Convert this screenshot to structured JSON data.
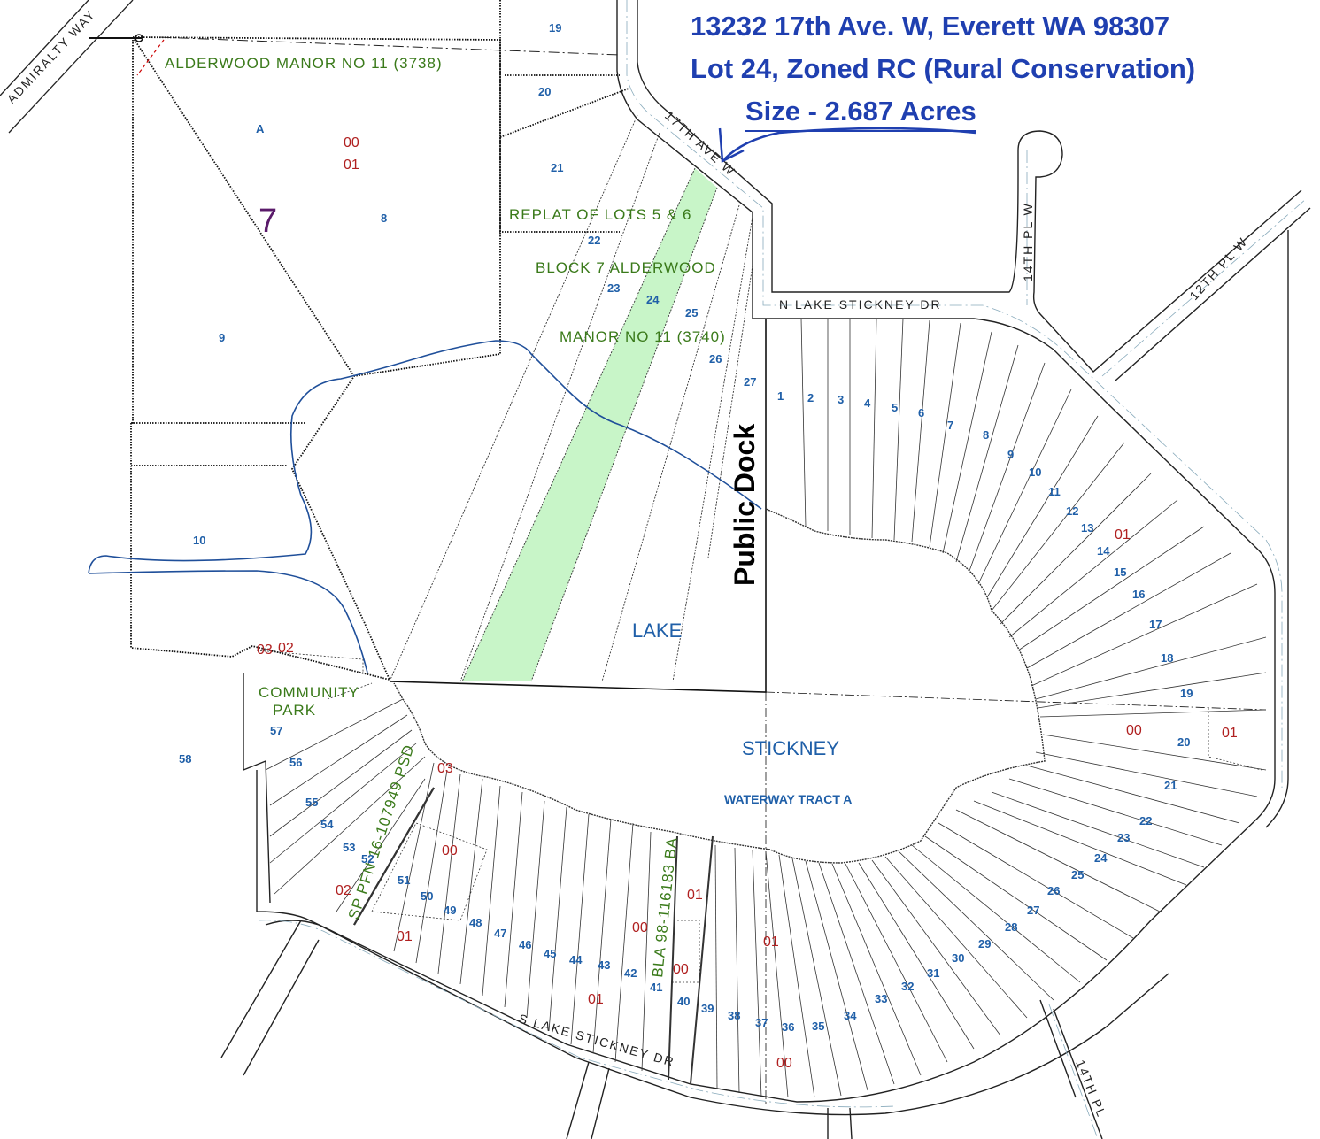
{
  "header": {
    "line1": "13232 17th Ave. W, Everett WA 98307",
    "line2": "Lot 24,  Zoned RC (Rural Conservation)",
    "line3": "Size - 2.687 Acres"
  },
  "labels": {
    "public_dock": "Public Dock",
    "lake": "LAKE",
    "stickney": "STICKNEY",
    "waterway": "WATERWAY  TRACT  A",
    "plat_alderwood_11": "ALDERWOOD MANOR NO 11 (3738)",
    "replat_1": "REPLAT  OF  LOTS  5  &  6",
    "replat_2": "BLOCK  7  ALDERWOOD",
    "replat_3": "MANOR  NO  11  (3740)",
    "community_park_1": "COMMUNITY",
    "community_park_2": "PARK",
    "block_7": "7",
    "parcel_a": "A",
    "sp_pfn": "SP PFN 16-107949 PSD",
    "bla": "BLA 98-116183 BA"
  },
  "roads": {
    "admiralty_way": "ADMIRALTY  WAY",
    "seventeenth_ave": "17TH  AVE  W",
    "fourteenth_pl_top": "14TH  PL  W",
    "twelfth_pl": "12TH  PL  W",
    "n_lake_stickney": "N  LAKE  STICKNEY  DR",
    "s_lake_stickney": "S  LAKE  STICKNEY  DR",
    "fourteenth_pl_bottom": "14TH  PL"
  },
  "lot_numbers": [
    "1",
    "2",
    "3",
    "4",
    "5",
    "6",
    "7",
    "8",
    "9",
    "10",
    "11",
    "12",
    "13",
    "14",
    "15",
    "16",
    "17",
    "18",
    "19",
    "20",
    "21",
    "22",
    "23",
    "24",
    "25",
    "26",
    "27",
    "28",
    "29",
    "30",
    "31",
    "32",
    "33",
    "34",
    "35",
    "36",
    "37",
    "38",
    "39",
    "40",
    "41",
    "42",
    "43",
    "44",
    "45",
    "46",
    "47",
    "48",
    "49",
    "50",
    "51",
    "52",
    "53",
    "54",
    "55",
    "56",
    "57",
    "58"
  ],
  "west_lots": [
    "19",
    "20",
    "21",
    "22",
    "23",
    "24",
    "25",
    "26",
    "27",
    "8",
    "9",
    "10"
  ],
  "sub_codes": [
    "00",
    "01",
    "02",
    "03"
  ],
  "colors": {
    "header": "#1f3fb0",
    "lot_number": "#1f5fa8",
    "sub_code": "#b02020",
    "plat_text": "#3a7a1a",
    "highlight_lot": "#c8f5c8",
    "creek": "#1f4f9a"
  }
}
